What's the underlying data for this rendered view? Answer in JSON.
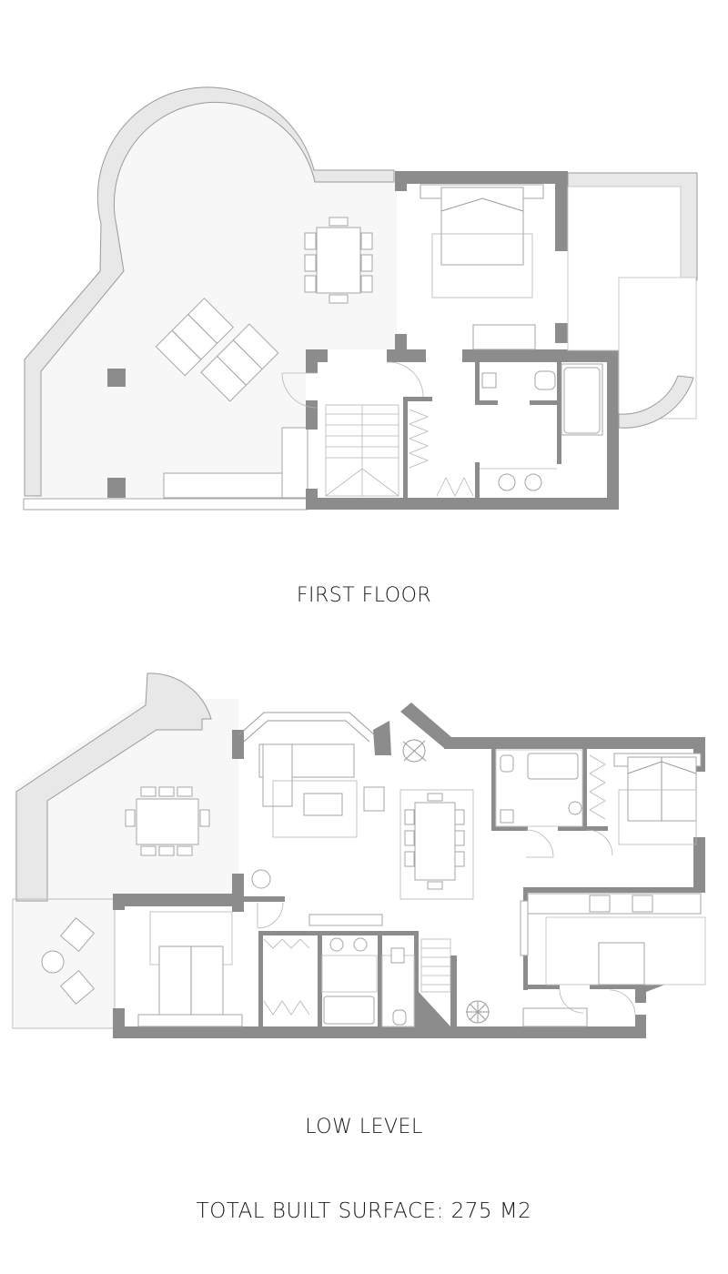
{
  "labels": {
    "first_floor": "FIRST FLOOR",
    "low_level": "LOW LEVEL",
    "total_surface": "TOTAL BUILT SURFACE: 275 M2"
  },
  "colors": {
    "wall": "#8c8c8c",
    "line": "#9a9a9a",
    "terrace_fill": "#f7f7f7",
    "planter_fill": "#e8e8e8",
    "text": "#1a1a1a",
    "background": "#ffffff"
  },
  "plans": [
    {
      "name": "first-floor",
      "rooms": [
        "terrace",
        "dining-area",
        "lounge-chairs",
        "master-bedroom",
        "staircase",
        "bathroom",
        "tiled-terrace",
        "walk-in-closet"
      ]
    },
    {
      "name": "low-level",
      "rooms": [
        "terrace",
        "outdoor-dining",
        "living-room",
        "dining-room",
        "bedroom-1",
        "bathroom-1",
        "bedroom-2",
        "bathroom-2",
        "kitchen",
        "staircase",
        "entrance"
      ]
    }
  ]
}
